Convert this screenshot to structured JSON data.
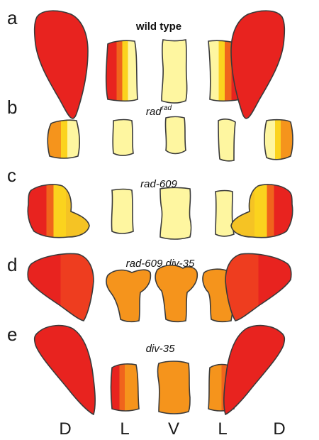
{
  "panels": [
    {
      "letter": "a",
      "genotype": "wild type",
      "sup": "",
      "style": "bold"
    },
    {
      "letter": "b",
      "genotype": "rad",
      "sup": "rad",
      "style": "italic"
    },
    {
      "letter": "c",
      "genotype": "rad-609",
      "sup": "",
      "style": "italic"
    },
    {
      "letter": "d",
      "genotype": "rad-609 div-35",
      "sup": "",
      "style": "italic"
    },
    {
      "letter": "e",
      "genotype": "div-35",
      "sup": "",
      "style": "italic"
    }
  ],
  "axis_labels": [
    "D",
    "L",
    "V",
    "L",
    "D"
  ],
  "colors": {
    "red": "#e8231f",
    "dark_orange": "#f0641c",
    "orange": "#f5941c",
    "yellow": "#fbd31e",
    "pale_yellow": "#fef6a0",
    "outline": "#3a3a3a"
  }
}
